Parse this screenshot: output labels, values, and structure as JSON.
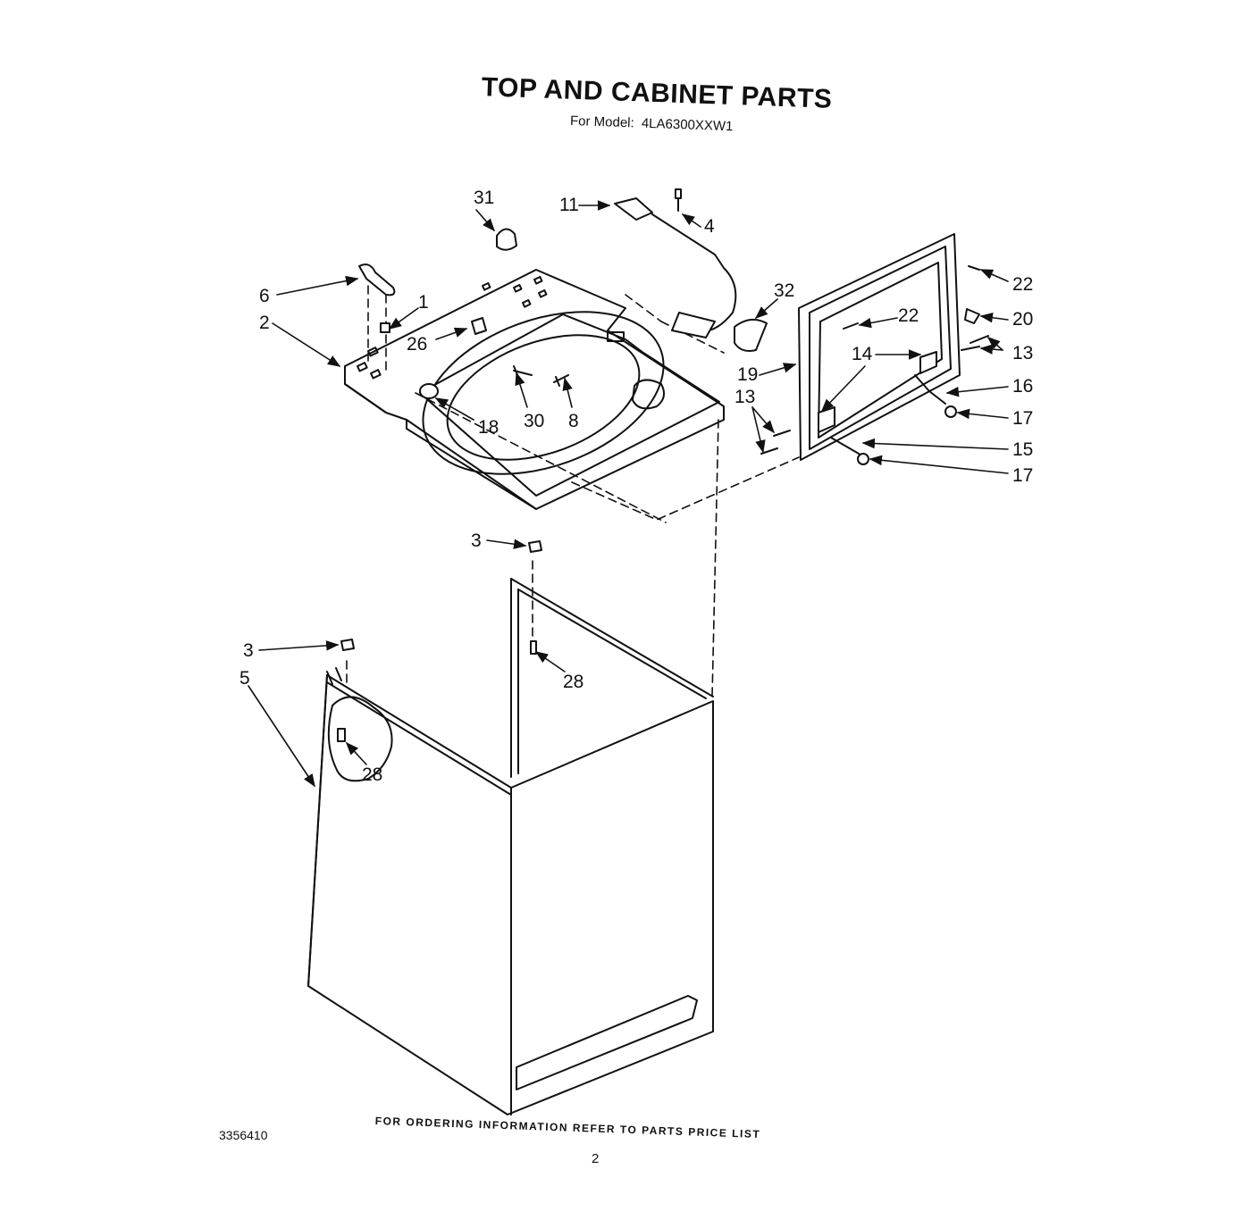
{
  "header": {
    "title": "TOP AND CABINET PARTS",
    "model_prefix": "For Model:",
    "model": "4LA6300XXW1"
  },
  "callouts": {
    "c31": "31",
    "c11": "11",
    "c4": "4",
    "c6": "6",
    "c1": "1",
    "c2": "2",
    "c26": "26",
    "c32": "32",
    "c22a": "22",
    "c22b": "22",
    "c20": "20",
    "c13a": "13",
    "c13b": "13",
    "c14": "14",
    "c19": "19",
    "c16": "16",
    "c17a": "17",
    "c17b": "17",
    "c15": "15",
    "c30": "30",
    "c8": "8",
    "c18": "18",
    "c3a": "3",
    "c3b": "3",
    "c5": "5",
    "c28a": "28",
    "c28b": "28"
  },
  "footer": {
    "note": "FOR ORDERING INFORMATION REFER TO PARTS PRICE LIST",
    "drawing_number": "3356410",
    "page_number": "2"
  }
}
